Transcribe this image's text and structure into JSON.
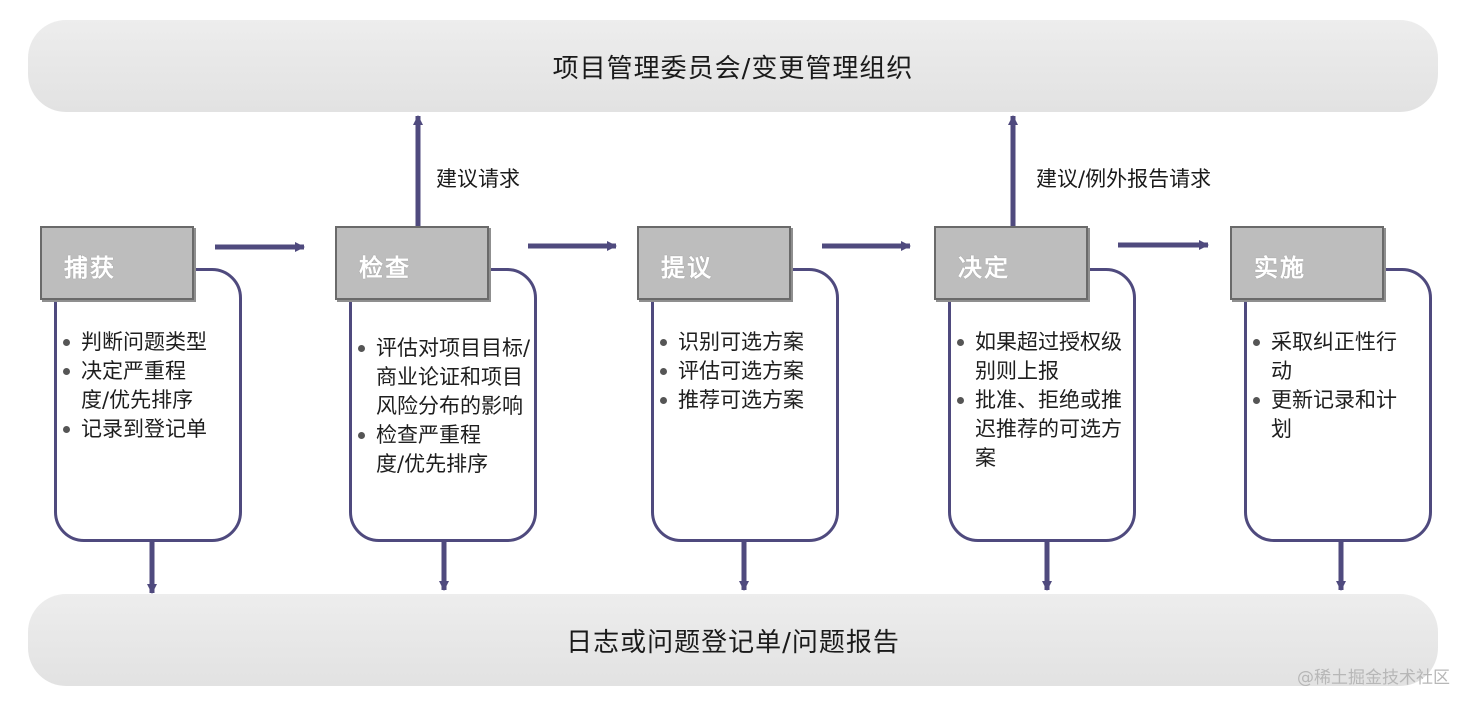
{
  "top_band": {
    "label": "项目管理委员会/变更管理组织"
  },
  "bottom_band": {
    "label": "日志或问题登记单/问题报告"
  },
  "arrow_labels": {
    "examine_up": "建议请求",
    "decide_up": "建议/例外报告请求"
  },
  "stages": [
    {
      "title": "捕获",
      "bullets": [
        "判断问题类型",
        "决定严重程度/优先排序",
        "记录到登记单"
      ]
    },
    {
      "title": "检查",
      "bullets": [
        "评估对项目目标/商业论证和项目风险分布的影响",
        "检查严重程度/优先排序"
      ]
    },
    {
      "title": "提议",
      "bullets": [
        "识别可选方案",
        "评估可选方案",
        "推荐可选方案"
      ]
    },
    {
      "title": "决定",
      "bullets": [
        "如果超过授权级别则上报",
        "批准、拒绝或推迟推荐的可选方案"
      ]
    },
    {
      "title": "实施",
      "bullets": [
        "采取纠正性行动",
        "更新记录和计划"
      ]
    }
  ],
  "watermark": "@稀土掘金技术社区",
  "colors": {
    "arrow": "#4f4a7e",
    "header": "#bdbdbd",
    "band": "#e6e6e6"
  }
}
